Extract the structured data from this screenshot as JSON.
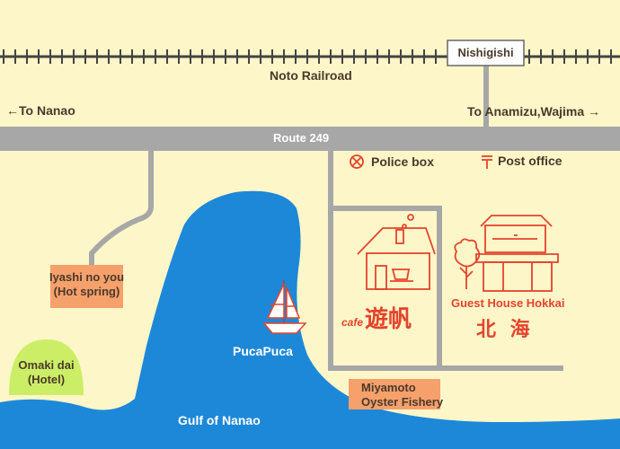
{
  "map": {
    "railroad": {
      "name": "Noto Railroad",
      "station": "Nishigishi"
    },
    "roads": {
      "main": "Route 249",
      "to_west": "←To Nanao",
      "to_east": "To Anamizu,Wajima →"
    },
    "landmarks": {
      "police": "Police box",
      "post": "Post office",
      "hot_spring": {
        "line1": "Iyashi no you",
        "line2": "(Hot spring)"
      },
      "hotel": {
        "line1": "Omaki dai",
        "line2": "(Hotel)"
      },
      "boat": "PucaPuca",
      "water": "Gulf of Nanao",
      "cafe_small": "cafe",
      "cafe_logo": "遊帆",
      "oyster": {
        "line1": "Miyamoto",
        "line2": "Oyster Fishery"
      },
      "guesthouse": {
        "name": "Guest House Hokkai",
        "kanji": "北 海"
      }
    },
    "colors": {
      "background": "#fdf6c8",
      "road": "#a7a7a7",
      "water": "#1e88d8",
      "accent_red": "#e4442c",
      "label_box": "#f6a06c",
      "hotel_hill": "#ccee66",
      "text": "#4a3a2a"
    },
    "icons": [
      "railroad-track-icon",
      "police-box-icon",
      "post-office-icon",
      "sailboat-icon",
      "cafe-house-icon",
      "guesthouse-icon",
      "tree-icon"
    ]
  }
}
